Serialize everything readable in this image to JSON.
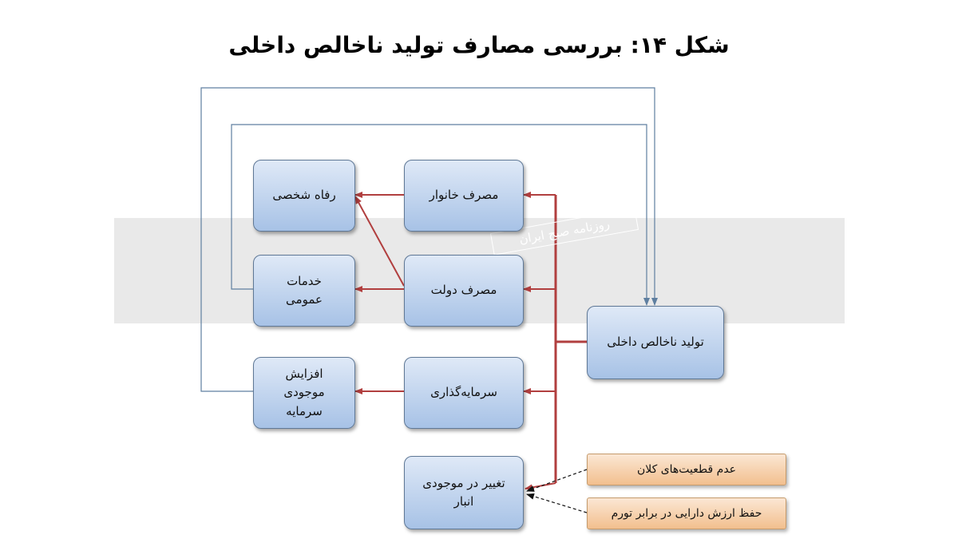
{
  "title": "شکل ۱۴: بررسی مصارف تولید ناخالص داخلی",
  "watermark": {
    "caption": "روزنامه صبح ایران"
  },
  "nodes": {
    "gdp": "تولید ناخالص داخلی",
    "household": "مصرف خانوار",
    "government": "مصرف دولت",
    "investment": "سرمایه‌گذاری",
    "inventory": "تغییر در موجودی\nانبار",
    "welfare": "رفاه شخصی",
    "public_services": "خدمات\nعمومی",
    "capital_stock": "افزایش\nموجودی\nسرمایه",
    "uncertainty": "عدم قطعیت‌های کلان",
    "inflation_hedge": "حفظ ارزش دارایی در برابر  تورم"
  },
  "colors": {
    "arrow_red": "#b13f3f",
    "feedback_line": "#5f7fa0"
  }
}
